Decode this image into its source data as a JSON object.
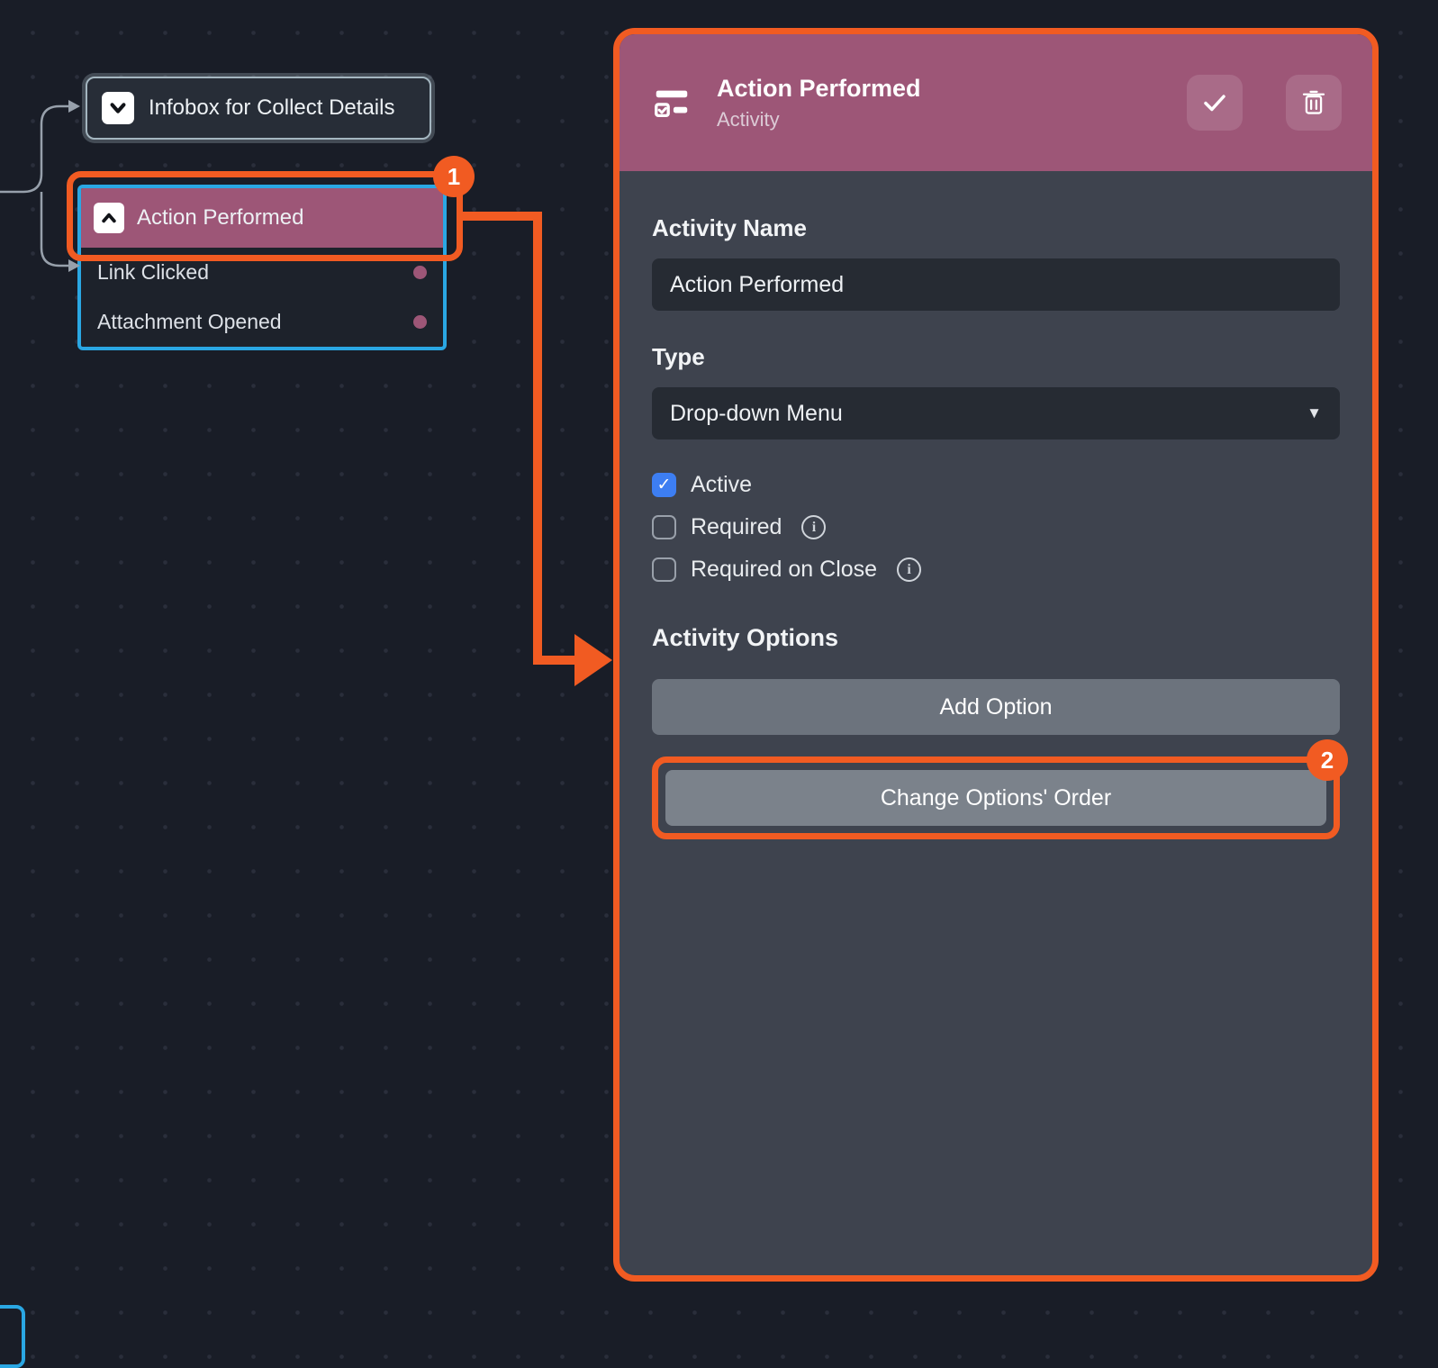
{
  "canvas": {
    "infobox_node": {
      "label": "Infobox for Collect Details"
    },
    "action_node": {
      "label": "Action Performed"
    },
    "options": [
      {
        "label": "Link Clicked"
      },
      {
        "label": "Attachment Opened"
      }
    ],
    "annotations": {
      "step1": "1",
      "step2": "2"
    }
  },
  "panel": {
    "header": {
      "title": "Action Performed",
      "subtitle": "Activity"
    },
    "fields": {
      "activity_name_label": "Activity Name",
      "activity_name_value": "Action Performed",
      "type_label": "Type",
      "type_value": "Drop-down Menu"
    },
    "checkboxes": [
      {
        "label": "Active",
        "checked": true,
        "info": false
      },
      {
        "label": "Required",
        "checked": false,
        "info": true
      },
      {
        "label": "Required on Close",
        "checked": false,
        "info": true
      }
    ],
    "options_heading": "Activity Options",
    "add_option_label": "Add Option",
    "change_order_label": "Change Options' Order"
  },
  "colors": {
    "accent_orange": "#F15B22",
    "node_mauve": "#9D5677",
    "highlight_blue": "#2AA7E3",
    "checkbox_blue": "#3D7EF2",
    "panel_bg": "#3E434E",
    "canvas_bg": "#191D27"
  }
}
